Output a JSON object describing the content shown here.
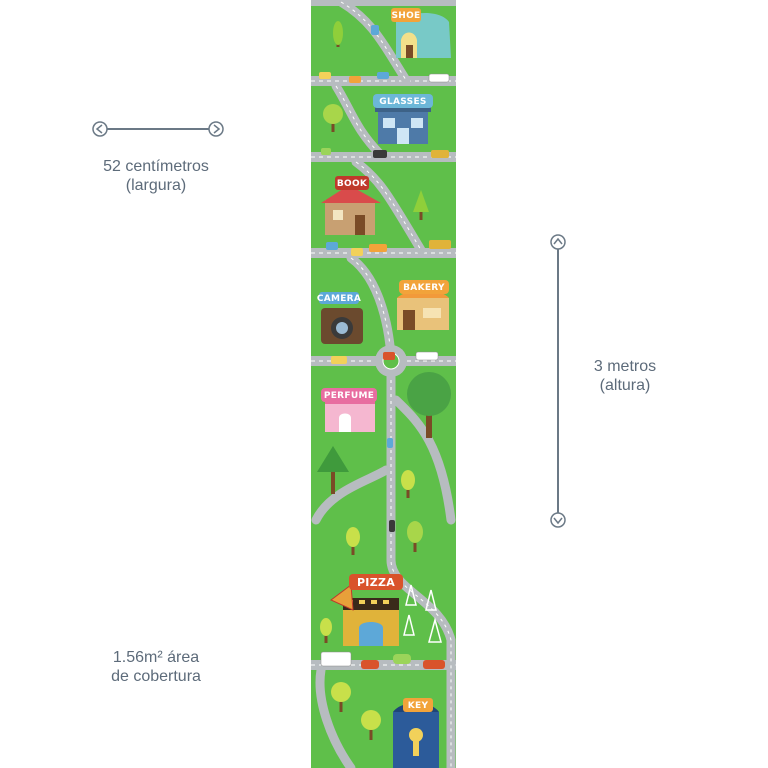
{
  "width_label": {
    "line1": "52 centímetros",
    "line2": "(largura)"
  },
  "height_label": {
    "line1": "3 metros",
    "line2": "(altura)"
  },
  "area_label": {
    "line1": "1.56m² área",
    "line2": "de cobertura"
  },
  "shops": {
    "shoe": "SHOE",
    "glasses": "GLASSES",
    "book": "BOOK",
    "camera": "CAMERA",
    "bakery": "BAKERY",
    "perfume": "PERFUME",
    "pizza": "PIZZA",
    "key": "KEY"
  },
  "colors": {
    "grass": "#5fbf4a",
    "road": "#b7bcc0",
    "road_line": "#ffffff",
    "label_text": "#5d6b7a",
    "arrow": "#6b7986"
  },
  "icons": {
    "width_arrow": "double-arrow-horizontal-icon",
    "height_arrow": "double-arrow-vertical-icon"
  }
}
